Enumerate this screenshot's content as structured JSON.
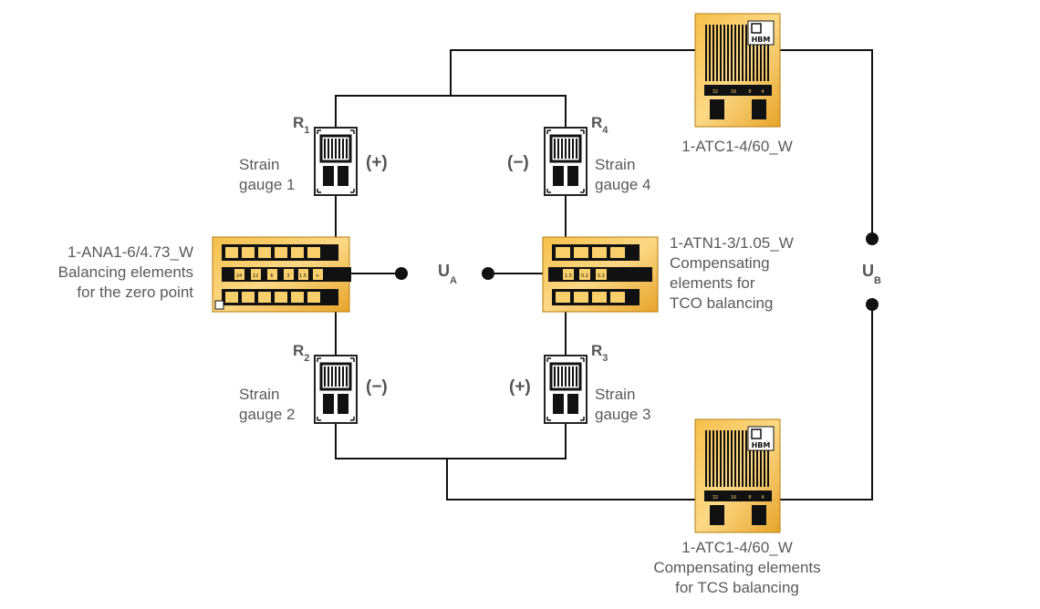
{
  "gauges": {
    "r1": {
      "r_letter": "R",
      "r_sub": "1",
      "line1": "Strain",
      "line2": "gauge 1",
      "sign": "(+)"
    },
    "r2": {
      "r_letter": "R",
      "r_sub": "2",
      "line1": "Strain",
      "line2": "gauge 2",
      "sign": "(−)"
    },
    "r3": {
      "r_letter": "R",
      "r_sub": "3",
      "line1": "Strain",
      "line2": "gauge 3",
      "sign": "(+)"
    },
    "r4": {
      "r_letter": "R",
      "r_sub": "4",
      "line1": "Strain",
      "line2": "gauge 4",
      "sign": "(−)"
    }
  },
  "balancing_zero": {
    "line1": "1-ANA1-6/4.73_W",
    "line2": "Balancing elements",
    "line3": "for the zero point"
  },
  "tco_balancing": {
    "line1": "1-ATN1-3/1.05_W",
    "line2": "Compensating",
    "line3": "elements for",
    "line4": "TCO balancing"
  },
  "atc_top": {
    "label": "1-ATC1-4/60_W"
  },
  "atc_bottom": {
    "line1": "1-ATC1-4/60_W",
    "line2": "Compensating elements",
    "line3": "for TCS balancing"
  },
  "ua": {
    "letter": "U",
    "sub": "A"
  },
  "ub": {
    "letter": "U",
    "sub": "B"
  },
  "hbm_logo": "HBM",
  "ana_numbers": [
    "24",
    "12",
    "6",
    "3",
    "1.5",
    "+"
  ],
  "atn_numbers": [
    "1.5",
    "0.2",
    "0.2"
  ],
  "atc_numbers": [
    "32",
    "16",
    "8",
    "4"
  ],
  "colors": {
    "wire": "#111111",
    "gold": "#f0b63a",
    "gold_light": "#fbd27a",
    "gold_dark": "#c98a14",
    "text": "#555555"
  }
}
